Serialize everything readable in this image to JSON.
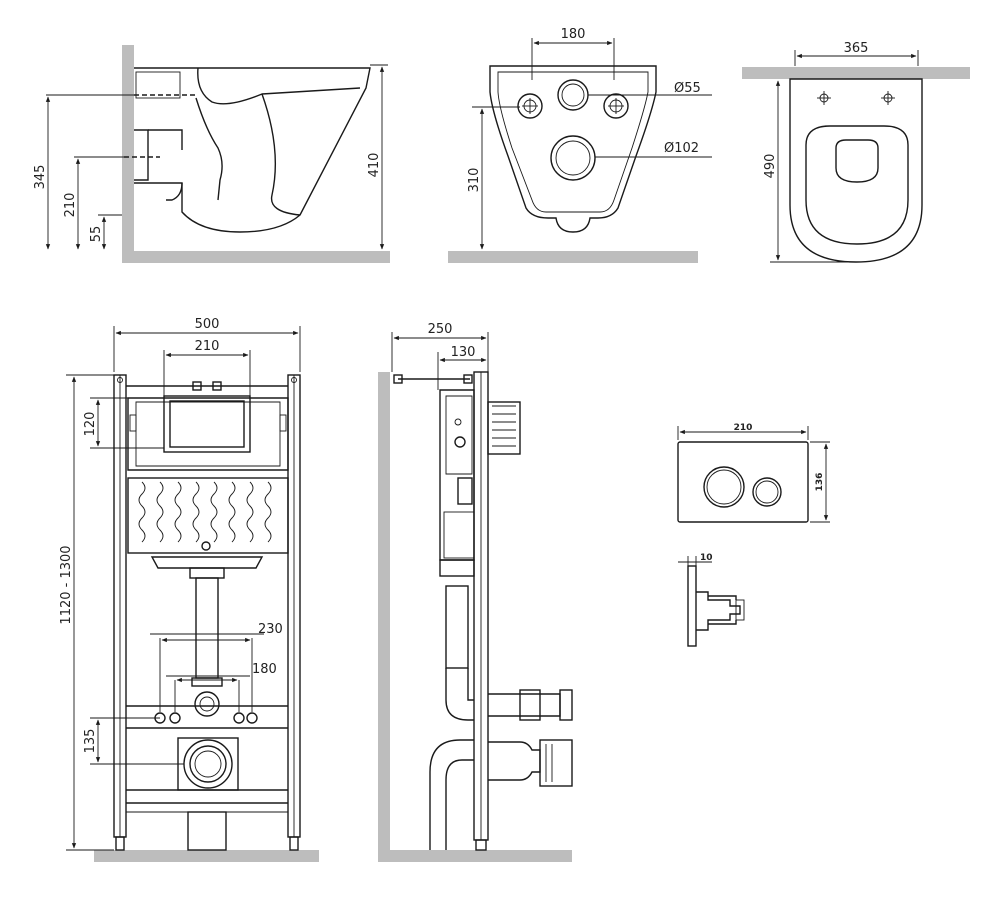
{
  "views": {
    "side_view": {
      "dims": {
        "height_345": "345",
        "height_210": "210",
        "height_55": "55",
        "height_410": "410"
      }
    },
    "back_view": {
      "dims": {
        "width_180": "180",
        "dia_55": "Ø55",
        "dia_102": "Ø102",
        "height_310": "310"
      }
    },
    "top_view": {
      "dims": {
        "width_365": "365",
        "length_490": "490"
      }
    },
    "frame_front": {
      "dims": {
        "width_500": "500",
        "width_210": "210",
        "height_120": "120",
        "height_range": "1120 - 1300",
        "width_230": "230",
        "width_180": "180",
        "height_135": "135"
      }
    },
    "frame_side": {
      "dims": {
        "depth_250": "250",
        "depth_130": "130"
      }
    },
    "flush_plate": {
      "dims": {
        "width_210": "210",
        "height_136": "136",
        "thickness_10": "10"
      }
    }
  },
  "colors": {
    "line": "#1a1a1a",
    "wall": "#bdbdbd",
    "background": "#ffffff"
  }
}
